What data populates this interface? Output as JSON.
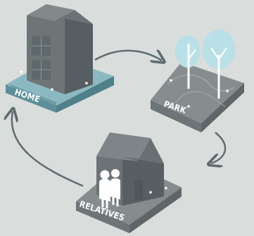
{
  "diagram": {
    "nodes": [
      {
        "id": "home",
        "label": "HOME"
      },
      {
        "id": "park",
        "label": "PARK"
      },
      {
        "id": "relatives",
        "label": "RELATIVES"
      }
    ],
    "edges": [
      {
        "from": "home",
        "to": "park"
      },
      {
        "from": "park",
        "to": "relatives"
      },
      {
        "from": "relatives",
        "to": "home"
      }
    ]
  },
  "colors": {
    "background": "#d9dddb",
    "home_platform": "#6fa2ad",
    "platform_grey": "#7d8486",
    "building": "#6c7476",
    "tree": "#b9dfe7",
    "arrow": "#5f6c6f"
  }
}
